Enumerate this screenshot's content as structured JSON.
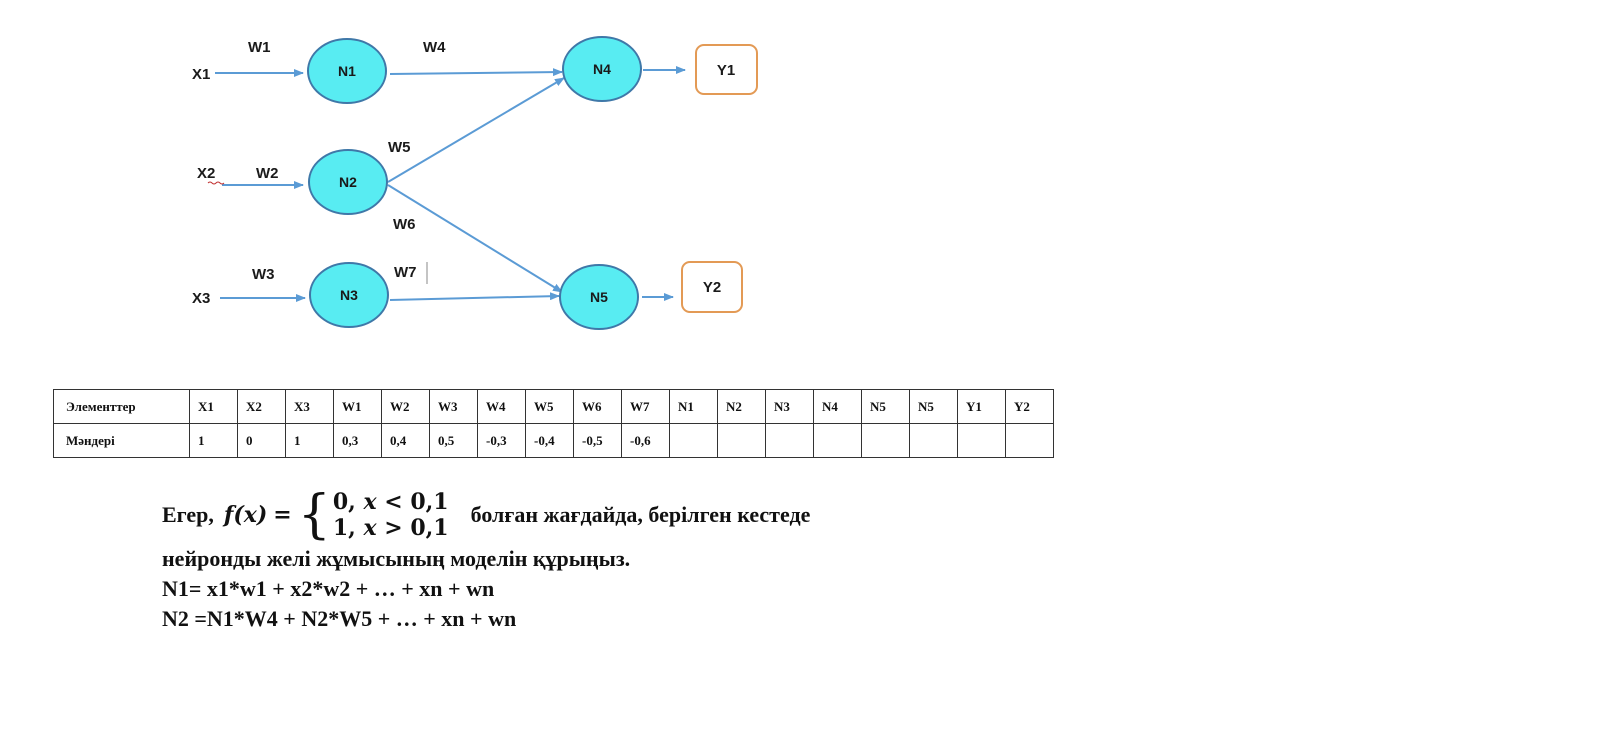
{
  "diagram": {
    "inputs": [
      "X1",
      "X2",
      "X3"
    ],
    "weights": [
      "W1",
      "W2",
      "W3",
      "W4",
      "W5",
      "W6",
      "W7"
    ],
    "nodes": [
      "N1",
      "N2",
      "N3",
      "N4",
      "N5"
    ],
    "outputs": [
      "Y1",
      "Y2"
    ],
    "colors": {
      "node_fill": "#58ecf2",
      "node_stroke": "#3f78a8",
      "arrow": "#5b9bd5",
      "output_border": "#e39a55"
    }
  },
  "table": {
    "header_label": "Элементтер",
    "row_label": "Мәндері",
    "columns": [
      "X1",
      "X2",
      "X3",
      "W1",
      "W2",
      "W3",
      "W4",
      "W5",
      "W6",
      "W7",
      "N1",
      "N2",
      "N3",
      "N4",
      "N5",
      "N5",
      "Y1",
      "Y2"
    ],
    "values": [
      "1",
      "0",
      "1",
      "0,3",
      "0,4",
      "0,5",
      "-0,3",
      "-0,4",
      "-0,5",
      "-0,6",
      "",
      "",
      "",
      "",
      "",
      "",
      "",
      ""
    ]
  },
  "task": {
    "prefix": "Егер,",
    "fx": "f(x)",
    "eq": "=",
    "case1_val": "0,",
    "case1_var": "x",
    "case1_cond": "< 0,1",
    "case2_val": "1,",
    "case2_var": "x",
    "case2_cond": "> 0,1",
    "after": "болған жағдайда, берілген кестеде",
    "line2": "нейронды желі жұмысының моделін құрыңыз.",
    "line3": "N1= x1*w1 + x2*w2 + … + xn + wn",
    "line4": "N2 =N1*W4 + N2*W5 + … + xn + wn"
  }
}
